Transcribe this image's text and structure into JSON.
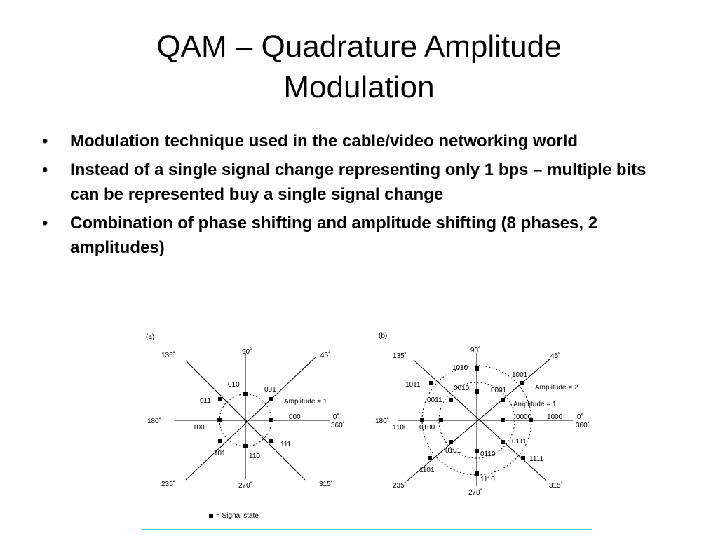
{
  "slide": {
    "title_line1": "QAM – Quadrature Amplitude",
    "title_line2": "Modulation",
    "bullet_glyph": "•",
    "bullets": [
      "Modulation technique used in the cable/video networking world",
      "Instead of a single signal change representing only 1 bps – multiple bits can be represented buy a single signal change",
      "Combination of phase shifting and amplitude shifting (8 phases, 2 amplitudes)"
    ]
  },
  "diagram_a": {
    "panel_label": "(a)",
    "angles": {
      "a0": "0˚",
      "a360": "360˚",
      "a45": "45˚",
      "a90": "90˚",
      "a135": "135˚",
      "a180": "180˚",
      "a235": "235˚",
      "a270": "270˚",
      "a315": "315˚"
    },
    "amplitude_label": "Amplitude = 1",
    "states": [
      "000",
      "001",
      "010",
      "011",
      "100",
      "101",
      "110",
      "111"
    ]
  },
  "diagram_b": {
    "panel_label": "(b)",
    "angles": {
      "a0": "0˚",
      "a360": "360˚",
      "a45": "45˚",
      "a90": "90˚",
      "a135": "135˚",
      "a180": "180˚",
      "a235": "235˚",
      "a270": "270˚",
      "a315": "315˚"
    },
    "amplitude_inner_label": "Amplitude = 1",
    "amplitude_outer_label": "Amplitude = 2",
    "inner_states": [
      "0000",
      "0001",
      "0010",
      "0011",
      "0100",
      "0101",
      "0110",
      "0111"
    ],
    "outer_states": [
      "1000",
      "1001",
      "1010",
      "1011",
      "1100",
      "1101",
      "1110",
      "1111"
    ]
  },
  "legend": {
    "text": "= Signal state"
  },
  "colors": {
    "accent_line": "#33ccff"
  }
}
